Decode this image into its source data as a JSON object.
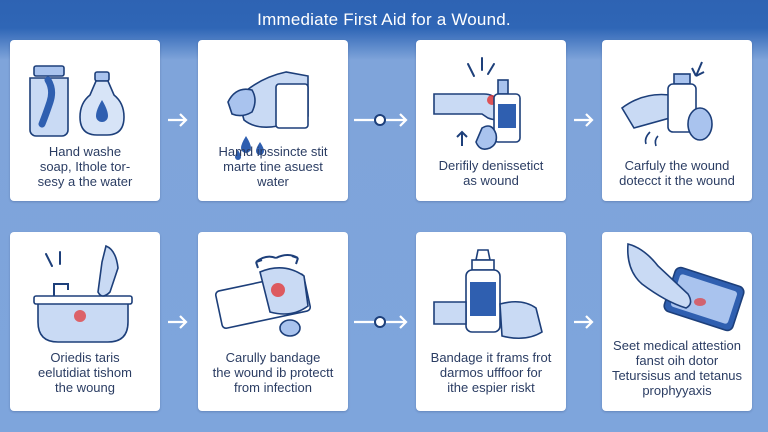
{
  "title": "Immediate First Aid for a Wound.",
  "steps": [
    {
      "lines": [
        "Hand washe",
        "soap, Ithole tor-",
        "sesy a the water"
      ]
    },
    {
      "lines": [
        "Hamd ipssincte stit",
        "marte tine asuest",
        "water"
      ]
    },
    {
      "lines": [
        "Derifily denissetict",
        "as wound"
      ]
    },
    {
      "lines": [
        "Carfuly the wound",
        "dotecct it the wound"
      ]
    },
    {
      "lines": [
        "Oriedis taris",
        "eelutidiat tishom",
        "the woung"
      ]
    },
    {
      "lines": [
        "Carully bandage",
        "the wound ib protectt",
        "from infection"
      ]
    },
    {
      "lines": [
        "Bandage it frams frot",
        "darmos ufffoor for",
        "ithe espier riskt"
      ]
    },
    {
      "lines": [
        "Seet medical attestion",
        "fanst oih dotor",
        "Tetursisus and tetanus",
        "prophyyaxis"
      ]
    }
  ],
  "colors": {
    "header": "#2e63b3",
    "background": "#7ea5dc",
    "ink": "#1d3f7a",
    "fill": "#a9c3ee",
    "accent": "#2f5fb0",
    "wound": "#e23a3a"
  },
  "icons": [
    "soap-bottles-icon",
    "hand-rinse-icon",
    "antiseptic-spray-icon",
    "hand-cleaning-icon",
    "sink-wash-icon",
    "bandage-apply-icon",
    "ointment-bottle-icon",
    "tablet-attention-icon"
  ]
}
